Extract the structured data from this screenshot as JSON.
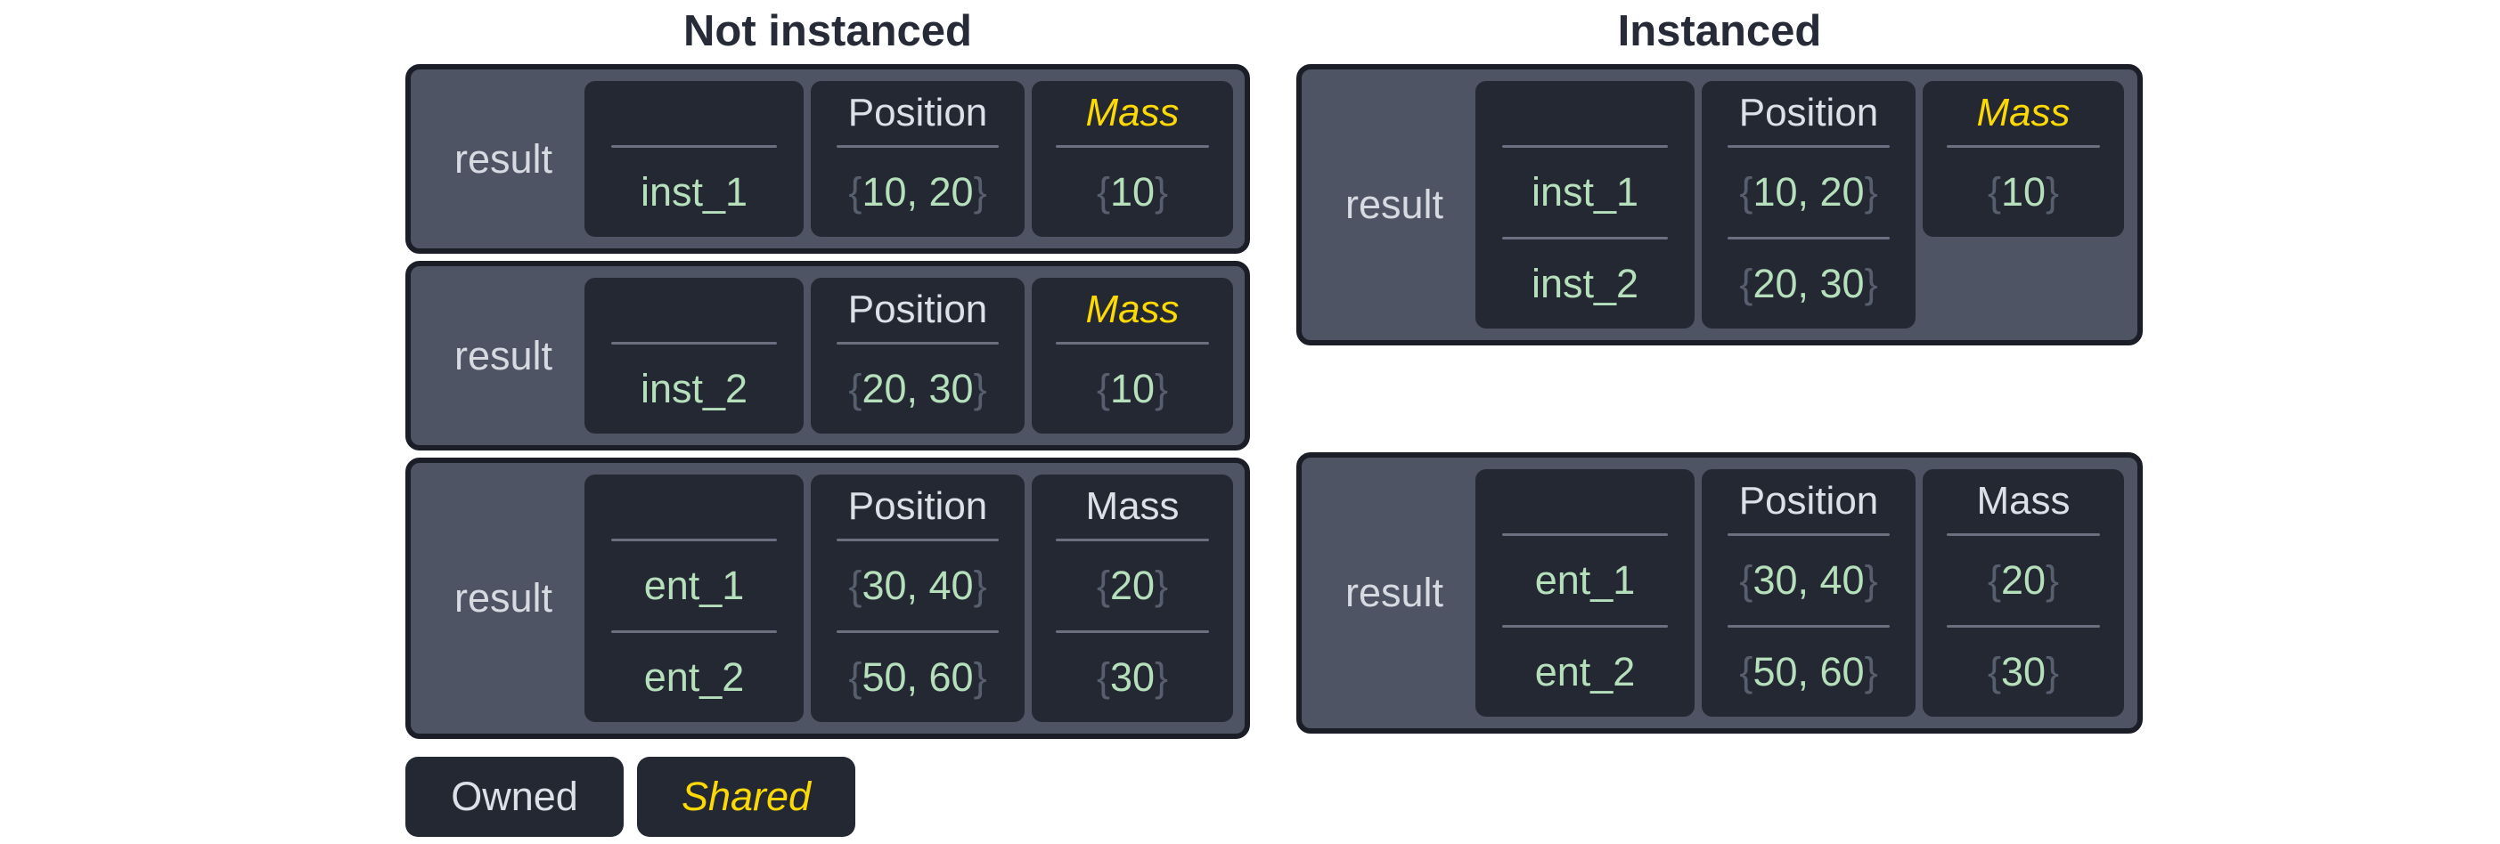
{
  "colors": {
    "background": "#ffffff",
    "title_text": "#262b37",
    "table_border": "#1b1e27",
    "table_background": "#4e5464",
    "cell_background": "#242833",
    "result_text": "#d7dae1",
    "owned_text": "#dde0e7",
    "shared_text": "#fcd903",
    "value_text": "#b6dfbc",
    "brace_text": "#575e6d",
    "separator": "#6a7080"
  },
  "symbols": {
    "open_brace": "{",
    "close_brace": "}"
  },
  "legend": {
    "owned": {
      "label": "Owned"
    },
    "shared": {
      "label": "Shared"
    }
  },
  "panels": [
    {
      "title": "Not instanced",
      "tables": [
        {
          "result_label": "result",
          "columns": [
            {
              "id": "entities",
              "header": "",
              "header_style": "owned",
              "values": [
                {
                  "text": "inst_1",
                  "braced": false
                }
              ]
            },
            {
              "id": "position",
              "header": "Position",
              "header_style": "owned",
              "values": [
                {
                  "text": "10, 20",
                  "braced": true
                }
              ]
            },
            {
              "id": "mass",
              "header": "Mass",
              "header_style": "shared",
              "values": [
                {
                  "text": "10",
                  "braced": true
                }
              ]
            }
          ]
        },
        {
          "result_label": "result",
          "columns": [
            {
              "id": "entities",
              "header": "",
              "header_style": "owned",
              "values": [
                {
                  "text": "inst_2",
                  "braced": false
                }
              ]
            },
            {
              "id": "position",
              "header": "Position",
              "header_style": "owned",
              "values": [
                {
                  "text": "20, 30",
                  "braced": true
                }
              ]
            },
            {
              "id": "mass",
              "header": "Mass",
              "header_style": "shared",
              "values": [
                {
                  "text": "10",
                  "braced": true
                }
              ]
            }
          ]
        },
        {
          "result_label": "result",
          "columns": [
            {
              "id": "entities",
              "header": "",
              "header_style": "owned",
              "values": [
                {
                  "text": "ent_1",
                  "braced": false
                },
                {
                  "text": "ent_2",
                  "braced": false
                }
              ]
            },
            {
              "id": "position",
              "header": "Position",
              "header_style": "owned",
              "values": [
                {
                  "text": "30, 40",
                  "braced": true
                },
                {
                  "text": "50, 60",
                  "braced": true
                }
              ]
            },
            {
              "id": "mass",
              "header": "Mass",
              "header_style": "owned",
              "values": [
                {
                  "text": "20",
                  "braced": true
                },
                {
                  "text": "30",
                  "braced": true
                }
              ]
            }
          ]
        }
      ]
    },
    {
      "title": "Instanced",
      "tables": [
        {
          "result_label": "result",
          "columns": [
            {
              "id": "entities",
              "header": "",
              "header_style": "owned",
              "values": [
                {
                  "text": "inst_1",
                  "braced": false
                },
                {
                  "text": "inst_2",
                  "braced": false
                }
              ]
            },
            {
              "id": "position",
              "header": "Position",
              "header_style": "owned",
              "values": [
                {
                  "text": "10, 20",
                  "braced": true
                },
                {
                  "text": "20, 30",
                  "braced": true
                }
              ]
            },
            {
              "id": "mass",
              "header": "Mass",
              "header_style": "shared",
              "values": [
                {
                  "text": "10",
                  "braced": true
                }
              ]
            }
          ]
        },
        {
          "result_label": "result",
          "columns": [
            {
              "id": "entities",
              "header": "",
              "header_style": "owned",
              "values": [
                {
                  "text": "ent_1",
                  "braced": false
                },
                {
                  "text": "ent_2",
                  "braced": false
                }
              ]
            },
            {
              "id": "position",
              "header": "Position",
              "header_style": "owned",
              "values": [
                {
                  "text": "30, 40",
                  "braced": true
                },
                {
                  "text": "50, 60",
                  "braced": true
                }
              ]
            },
            {
              "id": "mass",
              "header": "Mass",
              "header_style": "owned",
              "values": [
                {
                  "text": "20",
                  "braced": true
                },
                {
                  "text": "30",
                  "braced": true
                }
              ]
            }
          ]
        }
      ]
    }
  ]
}
